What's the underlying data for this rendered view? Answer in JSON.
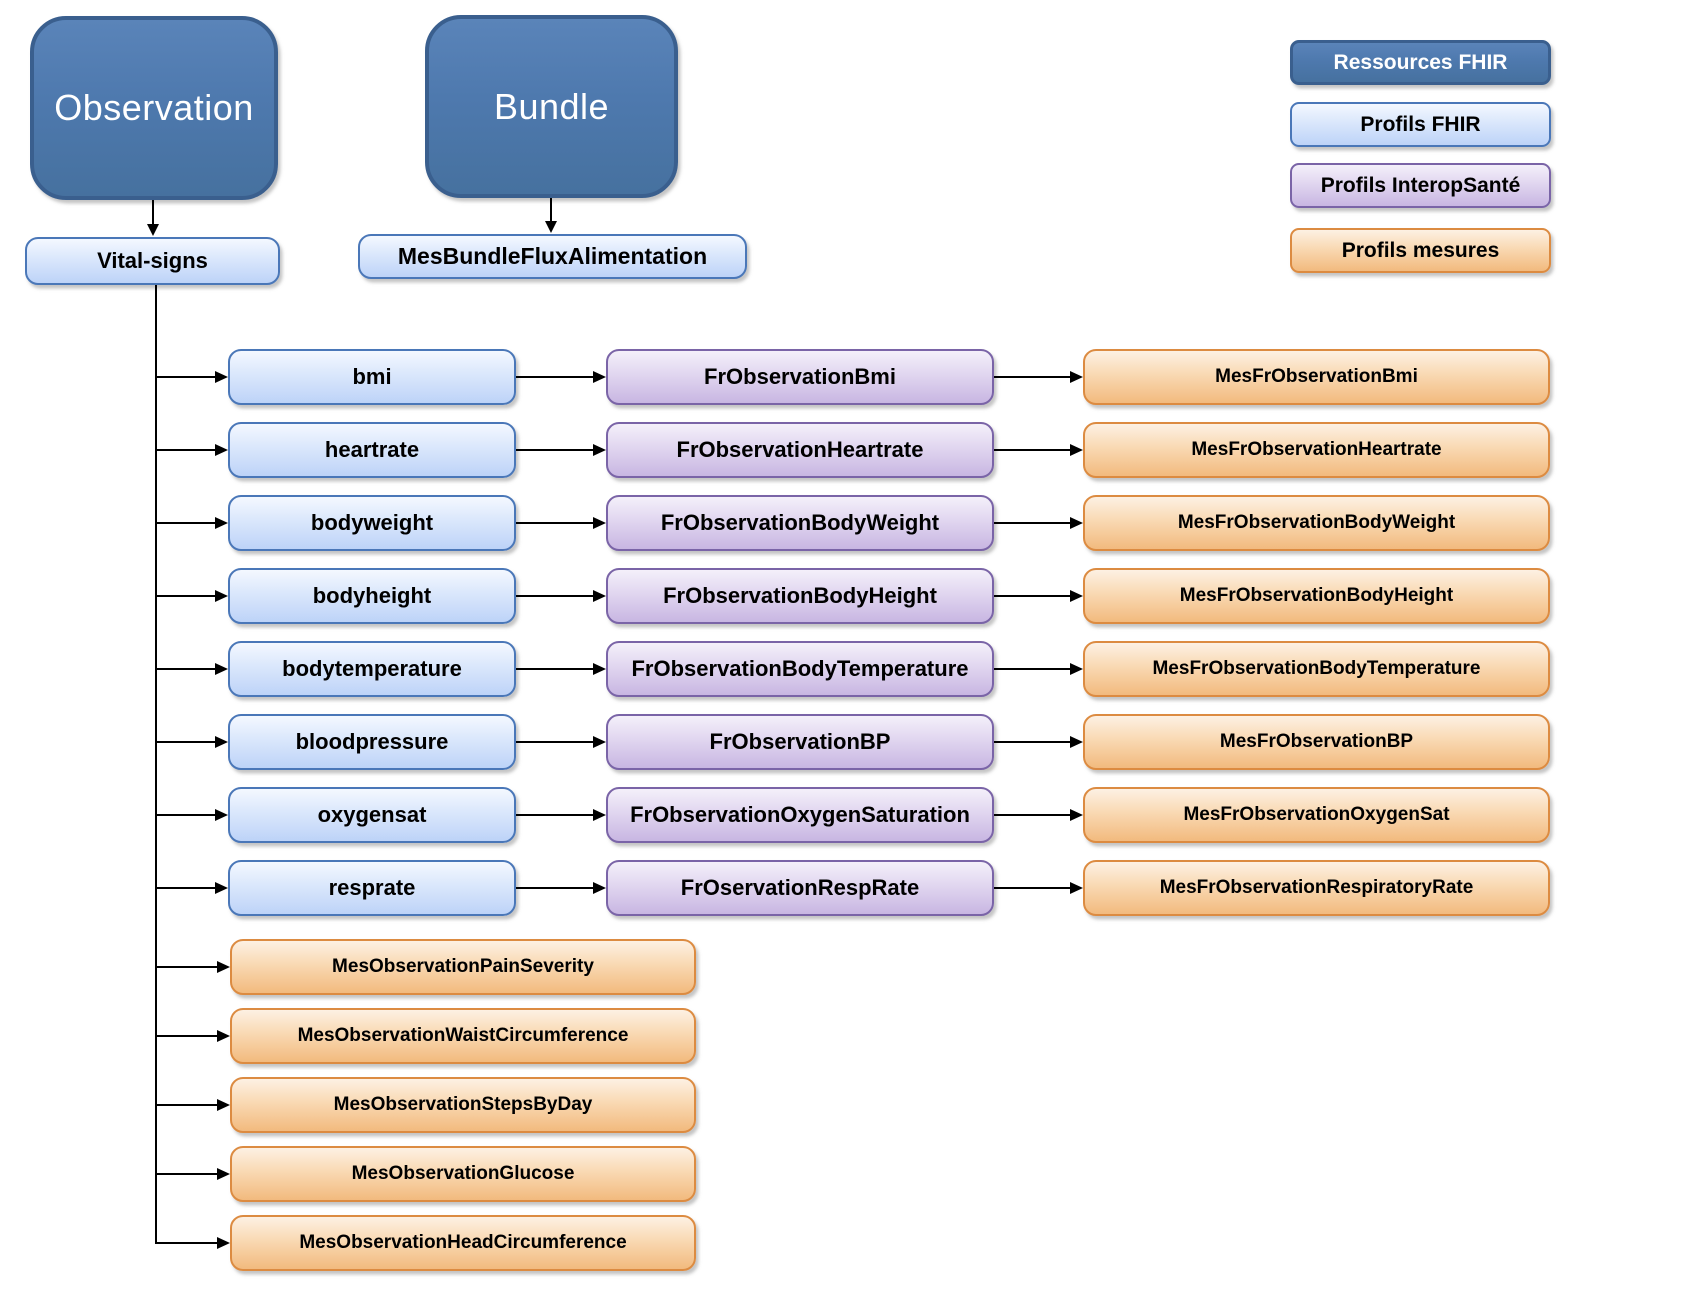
{
  "nodes": {
    "observation": "Observation",
    "bundle": "Bundle",
    "vital_signs": "Vital-signs",
    "mes_bundle": "MesBundleFluxAlimentation"
  },
  "legend": {
    "items": [
      {
        "label": "Ressources FHIR",
        "style": "resource"
      },
      {
        "label": "Profils FHIR",
        "style": "profil-fhir"
      },
      {
        "label": "Profils InteropSanté",
        "style": "profil-interopsante"
      },
      {
        "label": "Profils mesures",
        "style": "profil-mesures"
      }
    ]
  },
  "rows": [
    {
      "fhir": "bmi",
      "interop": "FrObservationBmi",
      "mesures": "MesFrObservationBmi"
    },
    {
      "fhir": "heartrate",
      "interop": "FrObservationHeartrate",
      "mesures": "MesFrObservationHeartrate"
    },
    {
      "fhir": "bodyweight",
      "interop": "FrObservationBodyWeight",
      "mesures": "MesFrObservationBodyWeight"
    },
    {
      "fhir": "bodyheight",
      "interop": "FrObservationBodyHeight",
      "mesures": "MesFrObservationBodyHeight"
    },
    {
      "fhir": "bodytemperature",
      "interop": "FrObservationBodyTemperature",
      "mesures": "MesFrObservationBodyTemperature"
    },
    {
      "fhir": "bloodpressure",
      "interop": "FrObservationBP",
      "mesures": "MesFrObservationBP"
    },
    {
      "fhir": "oxygensat",
      "interop": "FrObservationOxygenSaturation",
      "mesures": "MesFrObservationOxygenSat"
    },
    {
      "fhir": "resprate",
      "interop": "FrOservationRespRate",
      "mesures": "MesFrObservationRespiratoryRate"
    }
  ],
  "mesure_profiles": [
    "MesObservationPainSeverity",
    "MesObservationWaistCircumference",
    "MesObservationStepsByDay",
    "MesObservationGlucose",
    "MesObservationHeadCircumference"
  ],
  "colors": {
    "resource_fill": "#4e79ae",
    "resource_border": "#3a5f8e",
    "profil_fhir_border": "#4a77b8",
    "profil_interop_border": "#7a64a7",
    "profil_mesures_border": "#dc8b41",
    "connector": "#000000"
  }
}
